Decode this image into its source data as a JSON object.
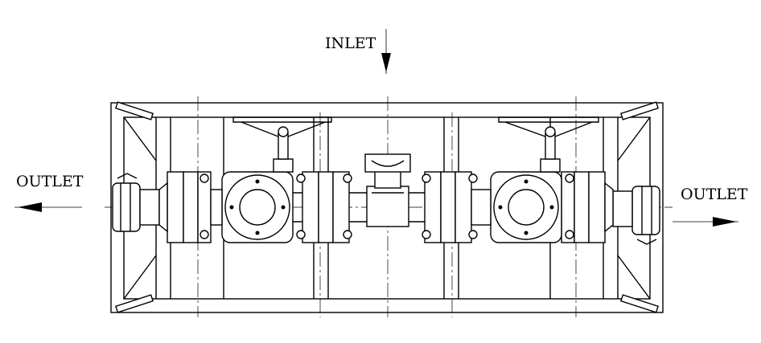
{
  "labels": {
    "inlet": "INLET",
    "outlet_left": "OUTLET",
    "outlet_right": "OUTLET"
  },
  "colors": {
    "line": "#000000",
    "background": "#ffffff"
  },
  "icons": {
    "inlet_arrow": "arrow-down-icon",
    "outlet_left_arrow": "arrow-left-icon",
    "outlet_right_arrow": "arrow-right-icon"
  }
}
